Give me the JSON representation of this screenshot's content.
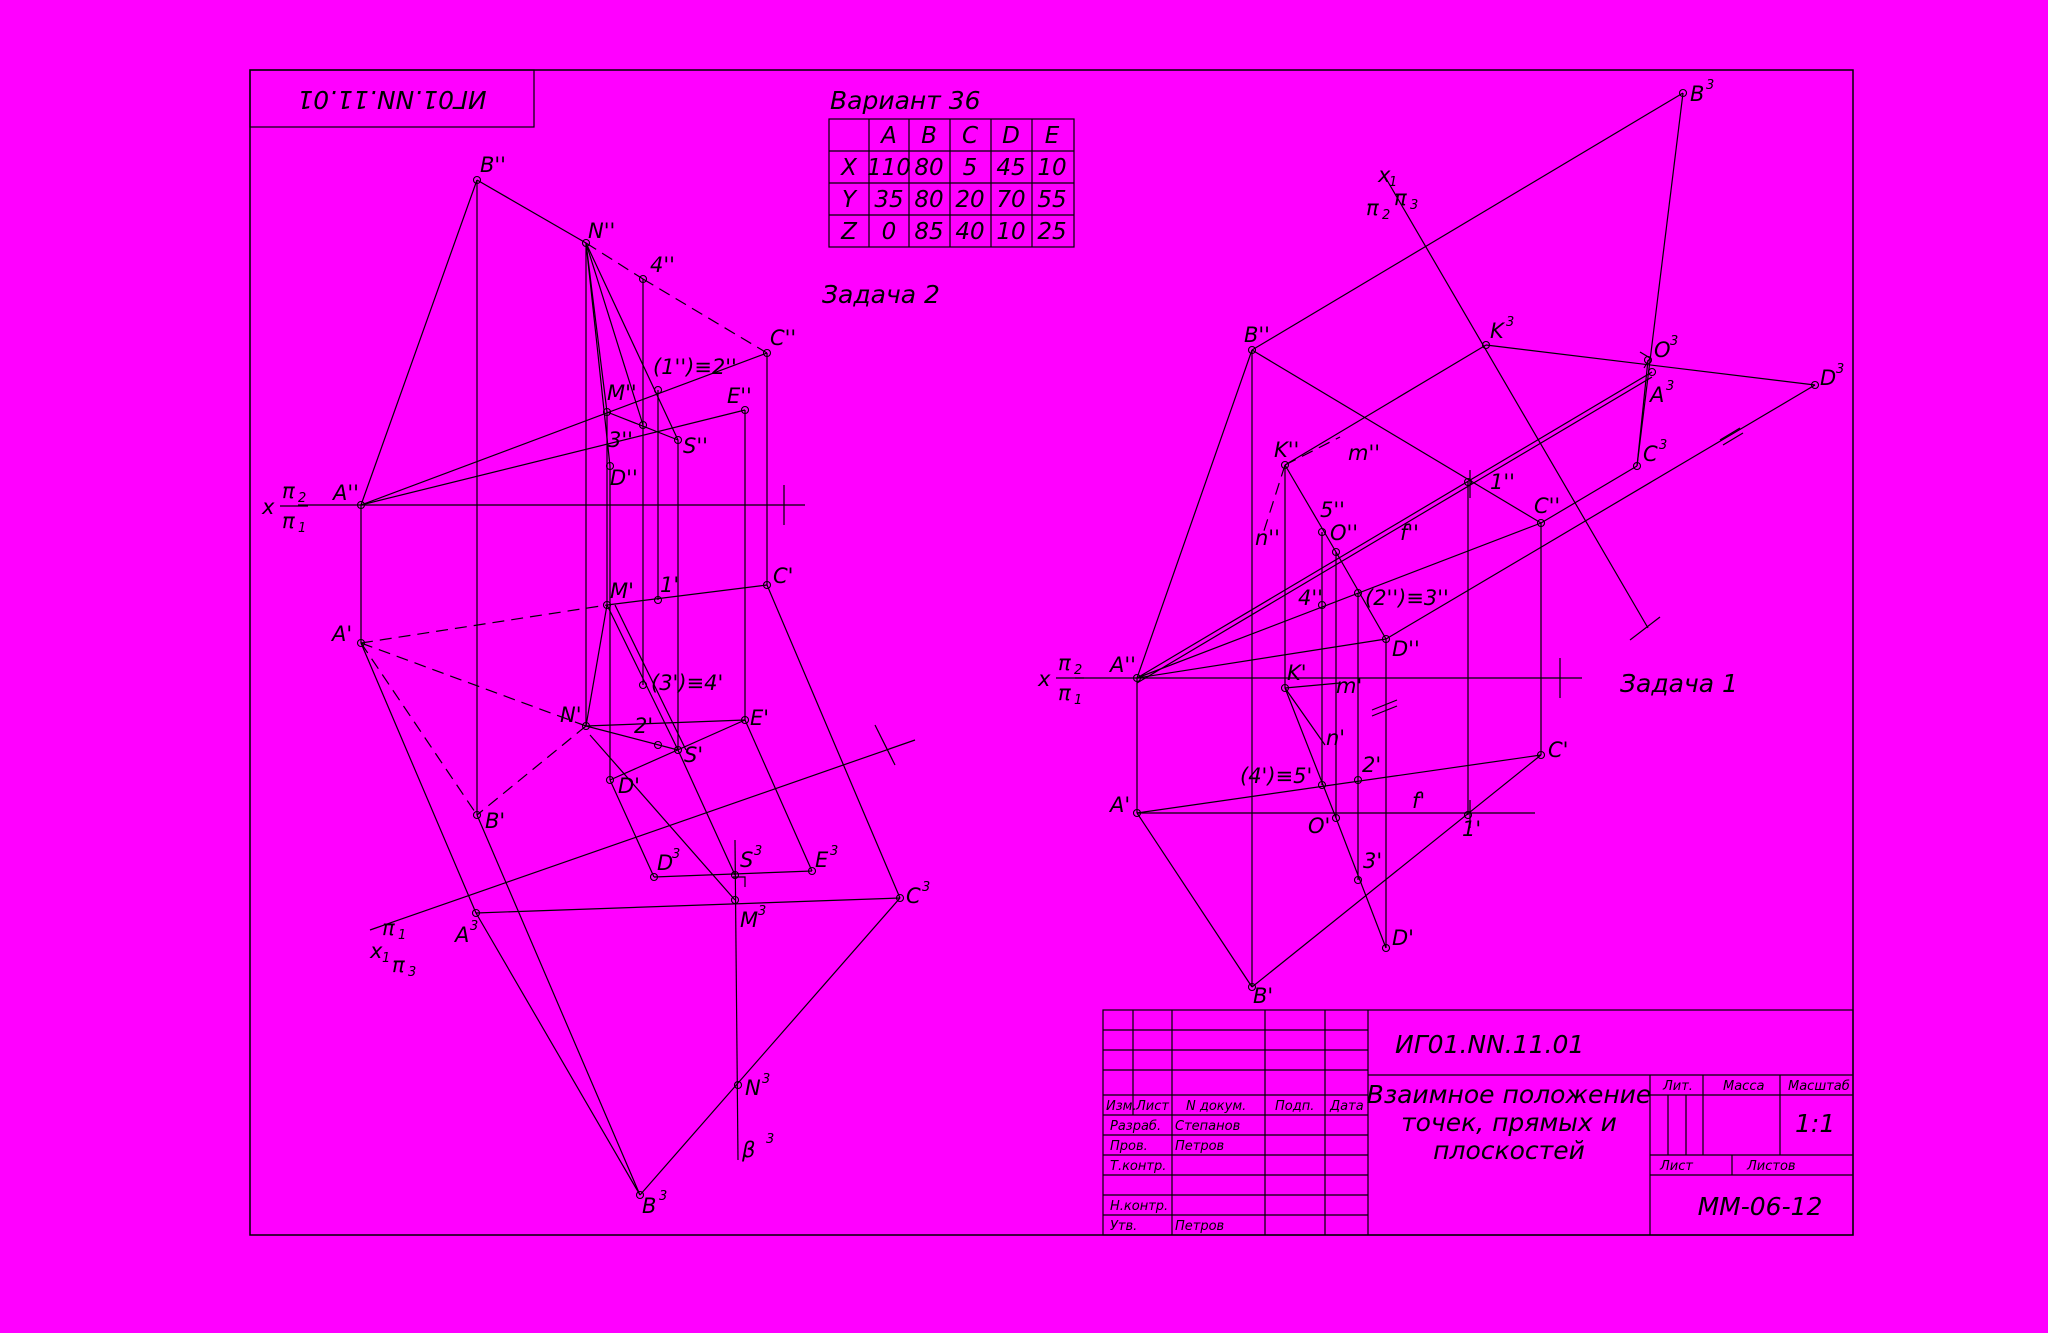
{
  "colors": {
    "paper": "#FF00FF",
    "ink": "#000000",
    "margin": "#000000"
  },
  "stamp_mirrored": "ИГ01.NN.11.01",
  "variant": {
    "title": "Вариант 36",
    "cols": [
      "",
      "A",
      "B",
      "C",
      "D",
      "E"
    ],
    "rows": [
      [
        "X",
        "110",
        "80",
        "5",
        "45",
        "10"
      ],
      [
        "Y",
        "35",
        "80",
        "20",
        "70",
        "55"
      ],
      [
        "Z",
        "0",
        "85",
        "40",
        "10",
        "25"
      ]
    ]
  },
  "task2": {
    "title": "Задача 2"
  },
  "task1": {
    "title": "Задача 1"
  },
  "axis": {
    "x": "x",
    "x1": "x",
    "sub1": "1",
    "pi": "π",
    "two": "2",
    "one": "1",
    "three": "3"
  },
  "labels2": {
    "B2": "B''",
    "N2": "N''",
    "four2": "4''",
    "C2": "C''",
    "onetwo": "(1'')≡2''",
    "M2": "M''",
    "E2": "E''",
    "three2": "3''",
    "S2": "S''",
    "D2": "D''",
    "A2": "A''",
    "M1": "M'",
    "one1": "1'",
    "C1": "C'",
    "A1": "A'",
    "threefour": "(3')≡4'",
    "N1": "N'",
    "two1": "2'",
    "E1": "E'",
    "S1": "S'",
    "D1": "D'",
    "B1": "B'",
    "D3": "D",
    "S3": "S",
    "E3": "E",
    "C3": "C",
    "A3": "A",
    "M3": "M",
    "N3": "N",
    "beta": "β",
    "B3": "B",
    "sup3": "3"
  },
  "labels1": {
    "B3": "B",
    "x1": "x",
    "pi2": "π",
    "pi3": "π",
    "B2": "B''",
    "K3": "K",
    "O3": "O",
    "A3": "A",
    "D3": "D",
    "C3": "C",
    "K2": "K''",
    "m2": "m''",
    "one2": "1''",
    "C2": "C''",
    "five2": "5''",
    "O2": "O''",
    "f2": "f''",
    "n2": "n''",
    "four2": "4''",
    "twothree": "(2'')≡3''",
    "D2": "D''",
    "A2": "A''",
    "K1": "K'",
    "m1": "m'",
    "n1": "n'",
    "C1": "C'",
    "two1": "2'",
    "fourfive": "(4')≡5'",
    "A1": "A'",
    "f1": "f'",
    "O1": "O'",
    "one1": "1'",
    "three1": "3'",
    "D1": "D'",
    "B1": "B'",
    "sup3": "3"
  },
  "titleblock": {
    "code": "ИГ01.NN.11.01",
    "title_l1": "Взаимное положение",
    "title_l2": "точек, прямых и",
    "title_l3": "плоскостей",
    "izm": "Изм.",
    "list": "Лист",
    "ndoc": "N докум.",
    "podp": "Подп.",
    "data": "Дата",
    "razrab": "Разраб.",
    "razrab_name": "Степанов",
    "prov": "Пров.",
    "prov_name": "Петров",
    "tkontr": "Т.контр.",
    "nkontr": "Н.контр.",
    "utv": "Утв.",
    "utv_name": "Петров",
    "lit": "Лит.",
    "massa": "Масса",
    "masshtab": "Масштаб",
    "scale": "1:1",
    "listh": "Лист",
    "listov": "Листов",
    "group": "ММ-06-12"
  }
}
